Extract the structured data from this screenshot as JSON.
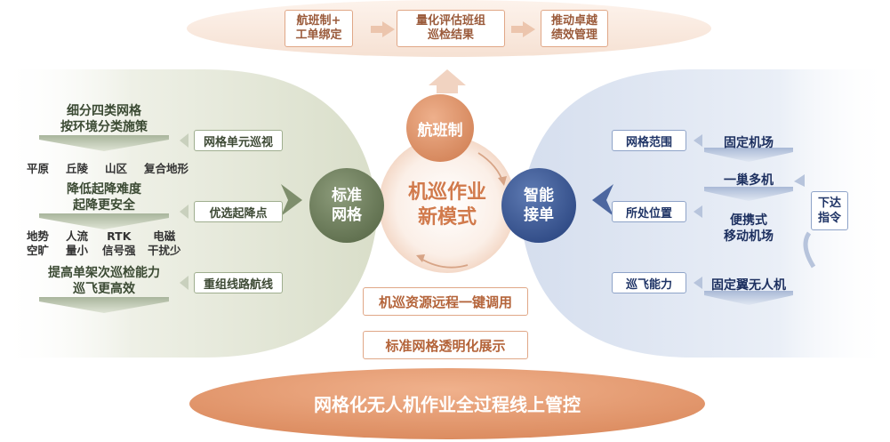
{
  "top_flow": [
    "航班制+\n工单绑定",
    "量化评估班组\n巡检结果",
    "推动卓越\n绩效管理"
  ],
  "center": {
    "top_circle": "航班制",
    "main_title": "机巡作业\n新模式",
    "left_circle": "标准\n网格",
    "right_circle": "智能\n接单"
  },
  "left": {
    "boxes": [
      "网格单元巡视",
      "优选起降点",
      "重组线路航线"
    ],
    "headings": [
      "细分四类网格\n按环境分类施策",
      "降低起降难度\n起降更安全",
      "提高单架次巡检能力\n巡飞更高效"
    ],
    "terrain": [
      "平原",
      "丘陵",
      "山区",
      "复合地形"
    ],
    "landing_factors": [
      "地势\n空旷",
      "人流\n量小",
      "RTK\n信号强",
      "电磁\n干扰少"
    ]
  },
  "right": {
    "boxes": [
      "网格范围",
      "所处位置",
      "巡飞能力"
    ],
    "labels": [
      "固定机场",
      "一巢多机",
      "便携式\n移动机场",
      "固定翼无人机"
    ],
    "dispatch": "下达\n指令"
  },
  "bottom": {
    "box1": "机巡资源远程一键调用",
    "box2": "标准网格透明化展示",
    "banner": "网格化无人机作业全过程线上管控"
  },
  "colors": {
    "orange": "#d9895e",
    "green": "#6e7e5d",
    "blue": "#3f5a94",
    "green_bg": "#e9ecdf",
    "blue_bg": "#e6ecf5"
  }
}
